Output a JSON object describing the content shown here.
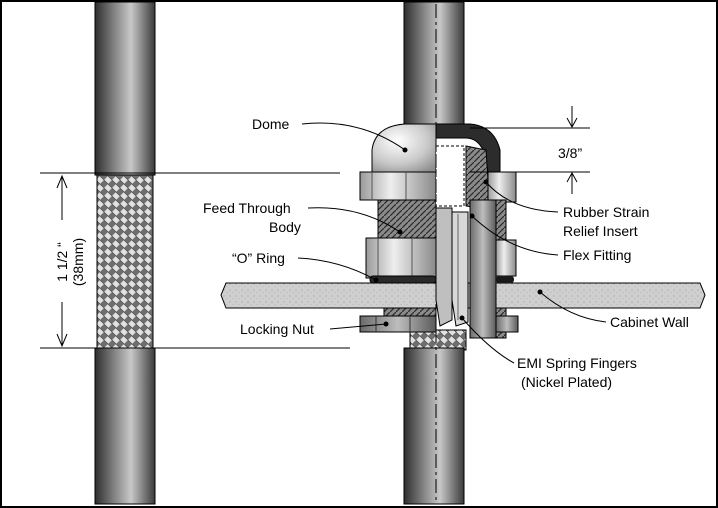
{
  "labels": {
    "dome": "Dome",
    "feed_through_1": "Feed Through",
    "feed_through_2": "Body",
    "o_ring": "“O” Ring",
    "locking_nut": "Locking Nut",
    "rubber_1": "Rubber Strain",
    "rubber_2": "Relief Insert",
    "flex_fitting": "Flex Fitting",
    "cabinet_wall": "Cabinet Wall",
    "emi_1": "EMI Spring Fingers",
    "emi_2": "(Nickel Plated)",
    "dim_small": "3/8”",
    "dim_large_1": "1 1/2 “",
    "dim_large_2": "(38mm)"
  }
}
